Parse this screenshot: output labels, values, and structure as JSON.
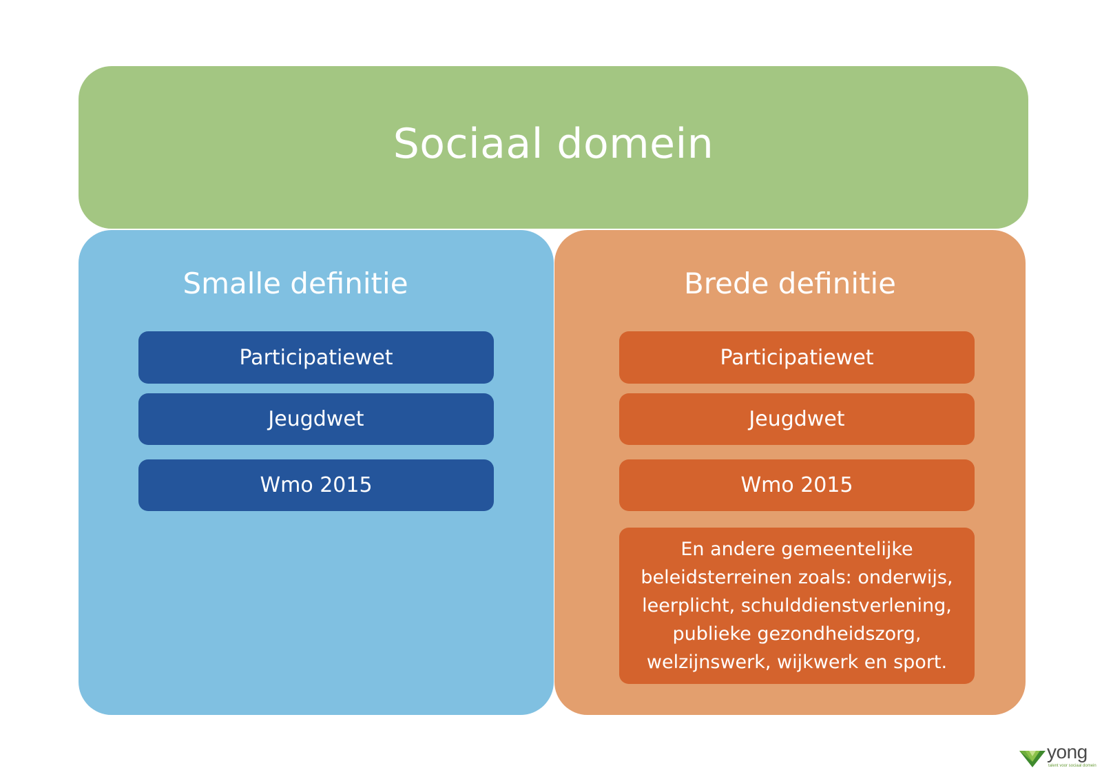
{
  "header": {
    "title": "Sociaal domein"
  },
  "left_panel": {
    "title": "Smalle definitie",
    "items": [
      "Participatiewet",
      "Jeugdwet",
      "Wmo 2015"
    ]
  },
  "right_panel": {
    "title": "Brede definitie",
    "items": [
      "Participatiewet",
      "Jeugdwet",
      "Wmo 2015",
      "En andere gemeentelijke beleidsterreinen zoals: onderwijs, leerplicht, schulddienstverlening, publieke gezondheidszorg, welzijnswerk, wijkwerk en sport."
    ]
  },
  "logo": {
    "word": "yong",
    "tagline": "talent voor sociaal domein"
  },
  "colors": {
    "header": "#a3c682",
    "left_panel": "#80c0e1",
    "left_item": "#24559b",
    "right_panel": "#e39f6e",
    "right_item": "#d4632d"
  }
}
